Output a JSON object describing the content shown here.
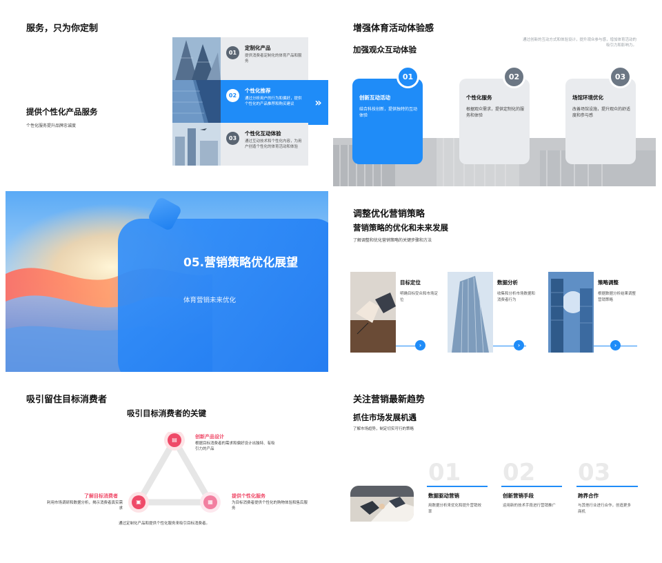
{
  "colors": {
    "accent": "#1f8cf8",
    "grey_card": "#e9ebee",
    "highlight_red": "#ef4a68"
  },
  "slide1": {
    "title": "服务，只为你定制",
    "subtitle": "提供个性化产品服务",
    "caption": "个性化服务提升品牌忠诚度",
    "arrow_icon": "double-chevron-right",
    "items": [
      {
        "num": "01",
        "title": "定制化产品",
        "desc": "提供消费者定制化的体育产品和服务"
      },
      {
        "num": "02",
        "title": "个性化推荐",
        "desc": "通过分析用户的行为和偏好，提供个性化的产品推荐和购买建议"
      },
      {
        "num": "03",
        "title": "个性化互动体验",
        "desc": "通过互动技术和个性化内容，为用户创造个性化的体育活动和体验"
      }
    ]
  },
  "slide2": {
    "title": "增强体育活动体验感",
    "subtitle": "加强观众互动体验",
    "note": "通过创新的互动方式和体验设计，提升观众参与感，增加体育活动的吸引力和影响力。",
    "cards": [
      {
        "num": "01",
        "title": "创新互动活动",
        "desc": "结合科技创新，提供独特的互动体验"
      },
      {
        "num": "02",
        "title": "个性化服务",
        "desc": "根据观众需求，提供定制化的服务和体验"
      },
      {
        "num": "03",
        "title": "场馆环境优化",
        "desc": "改善场馆设施，提升观众的舒适度和参与感"
      }
    ]
  },
  "slide3": {
    "title": "05.营销策略优化展望",
    "subtitle": "体育营销未来优化"
  },
  "slide4": {
    "title": "调整优化营销策略",
    "subtitle": "营销策略的优化和未来发展",
    "caption": "了解调整和优化营销策略的关键步骤和方法",
    "items": [
      {
        "title": "目标定位",
        "desc": "明确目标受众和市场定位"
      },
      {
        "title": "数据分析",
        "desc": "收集和分析市场数据和消费者行为"
      },
      {
        "title": "策略调整",
        "desc": "根据数据分析结果调整营销策略"
      }
    ]
  },
  "slide5": {
    "title": "吸引留住目标消费者",
    "subtitle": "吸引目标消费者的关键",
    "footer": "通过定制化产品和提供个性化服务来吸引目标消费者。",
    "points": [
      {
        "title": "创新产品设计",
        "desc": "根据目标消费者的需求和偏好设计出独特、有吸引力的产品"
      },
      {
        "title": "了解目标消费者",
        "desc": "利用市场调研和数据分析，揭示消费者真实需求"
      },
      {
        "title": "提供个性化服务",
        "desc": "为目标消费者提供个性化的购物体验和售后服务"
      }
    ]
  },
  "slide6": {
    "title": "关注营销最新趋势",
    "subtitle": "抓住市场发展机遇",
    "caption": "了解市场趋势，制定切实可行的策略",
    "items": [
      {
        "num": "01",
        "title": "数据驱动营销",
        "desc": "用数据分析来优化和提升营销效率"
      },
      {
        "num": "02",
        "title": "创新营销手段",
        "desc": "运用新的技术手段进行营销推广"
      },
      {
        "num": "03",
        "title": "跨界合作",
        "desc": "与其他行业进行合作，创造更多商机"
      }
    ]
  }
}
